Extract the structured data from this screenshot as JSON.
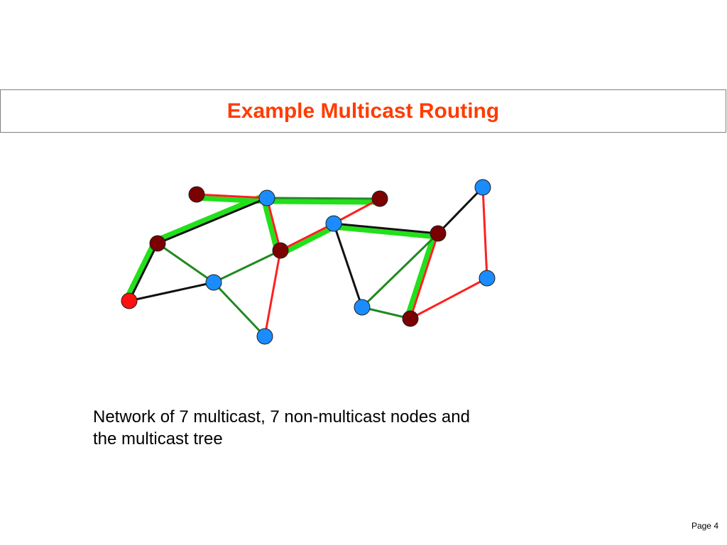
{
  "slide": {
    "title": "Example Multicast Routing",
    "caption_line1": "Network of 7 multicast, 7 non-multicast nodes and",
    "caption_line2": "the multicast tree",
    "page_label": "Page 4"
  },
  "colors": {
    "title": "#ff3c00",
    "multicast_node": "#7b0000",
    "non_multicast_node": "#1a8cff",
    "source_node": "#ff1010",
    "tree_highlight": "#22e01a",
    "link_red": "#ff2020",
    "link_black": "#111111",
    "link_green": "#1f8a1f"
  },
  "diagram": {
    "nodes": [
      {
        "id": "n1",
        "kind": "multicast"
      },
      {
        "id": "n2",
        "kind": "non-multicast"
      },
      {
        "id": "n3",
        "kind": "multicast"
      },
      {
        "id": "n4",
        "kind": "multicast"
      },
      {
        "id": "n5",
        "kind": "non-multicast"
      },
      {
        "id": "n6",
        "kind": "source"
      },
      {
        "id": "n7",
        "kind": "multicast"
      },
      {
        "id": "n8",
        "kind": "non-multicast"
      },
      {
        "id": "n9",
        "kind": "non-multicast"
      },
      {
        "id": "n10",
        "kind": "multicast"
      },
      {
        "id": "n11",
        "kind": "non-multicast"
      },
      {
        "id": "n12",
        "kind": "non-multicast"
      },
      {
        "id": "n13",
        "kind": "non-multicast"
      },
      {
        "id": "n14",
        "kind": "multicast"
      }
    ],
    "links": [
      {
        "from": "n1",
        "to": "n2",
        "color": "red",
        "tree": true
      },
      {
        "from": "n2",
        "to": "n3",
        "color": "green",
        "tree": true
      },
      {
        "from": "n2",
        "to": "n4",
        "color": "black",
        "tree": true
      },
      {
        "from": "n2",
        "to": "n7",
        "color": "red",
        "tree": true
      },
      {
        "from": "n4",
        "to": "n6",
        "color": "black",
        "tree": true
      },
      {
        "from": "n4",
        "to": "n5",
        "color": "green",
        "tree": false
      },
      {
        "from": "n6",
        "to": "n5",
        "color": "black",
        "tree": false
      },
      {
        "from": "n5",
        "to": "n7",
        "color": "green",
        "tree": false
      },
      {
        "from": "n5",
        "to": "n8",
        "color": "green",
        "tree": false
      },
      {
        "from": "n7",
        "to": "n8",
        "color": "red",
        "tree": false
      },
      {
        "from": "n7",
        "to": "n9",
        "color": "red",
        "tree": true
      },
      {
        "from": "n9",
        "to": "n3",
        "color": "red",
        "tree": false
      },
      {
        "from": "n9",
        "to": "n10",
        "color": "black",
        "tree": true
      },
      {
        "from": "n9",
        "to": "n12",
        "color": "black",
        "tree": false
      },
      {
        "from": "n10",
        "to": "n11",
        "color": "black",
        "tree": false
      },
      {
        "from": "n10",
        "to": "n12",
        "color": "green",
        "tree": false
      },
      {
        "from": "n10",
        "to": "n14",
        "color": "red",
        "tree": true
      },
      {
        "from": "n11",
        "to": "n13",
        "color": "red",
        "tree": false
      },
      {
        "from": "n13",
        "to": "n14",
        "color": "red",
        "tree": false
      },
      {
        "from": "n12",
        "to": "n14",
        "color": "green",
        "tree": false
      }
    ]
  }
}
